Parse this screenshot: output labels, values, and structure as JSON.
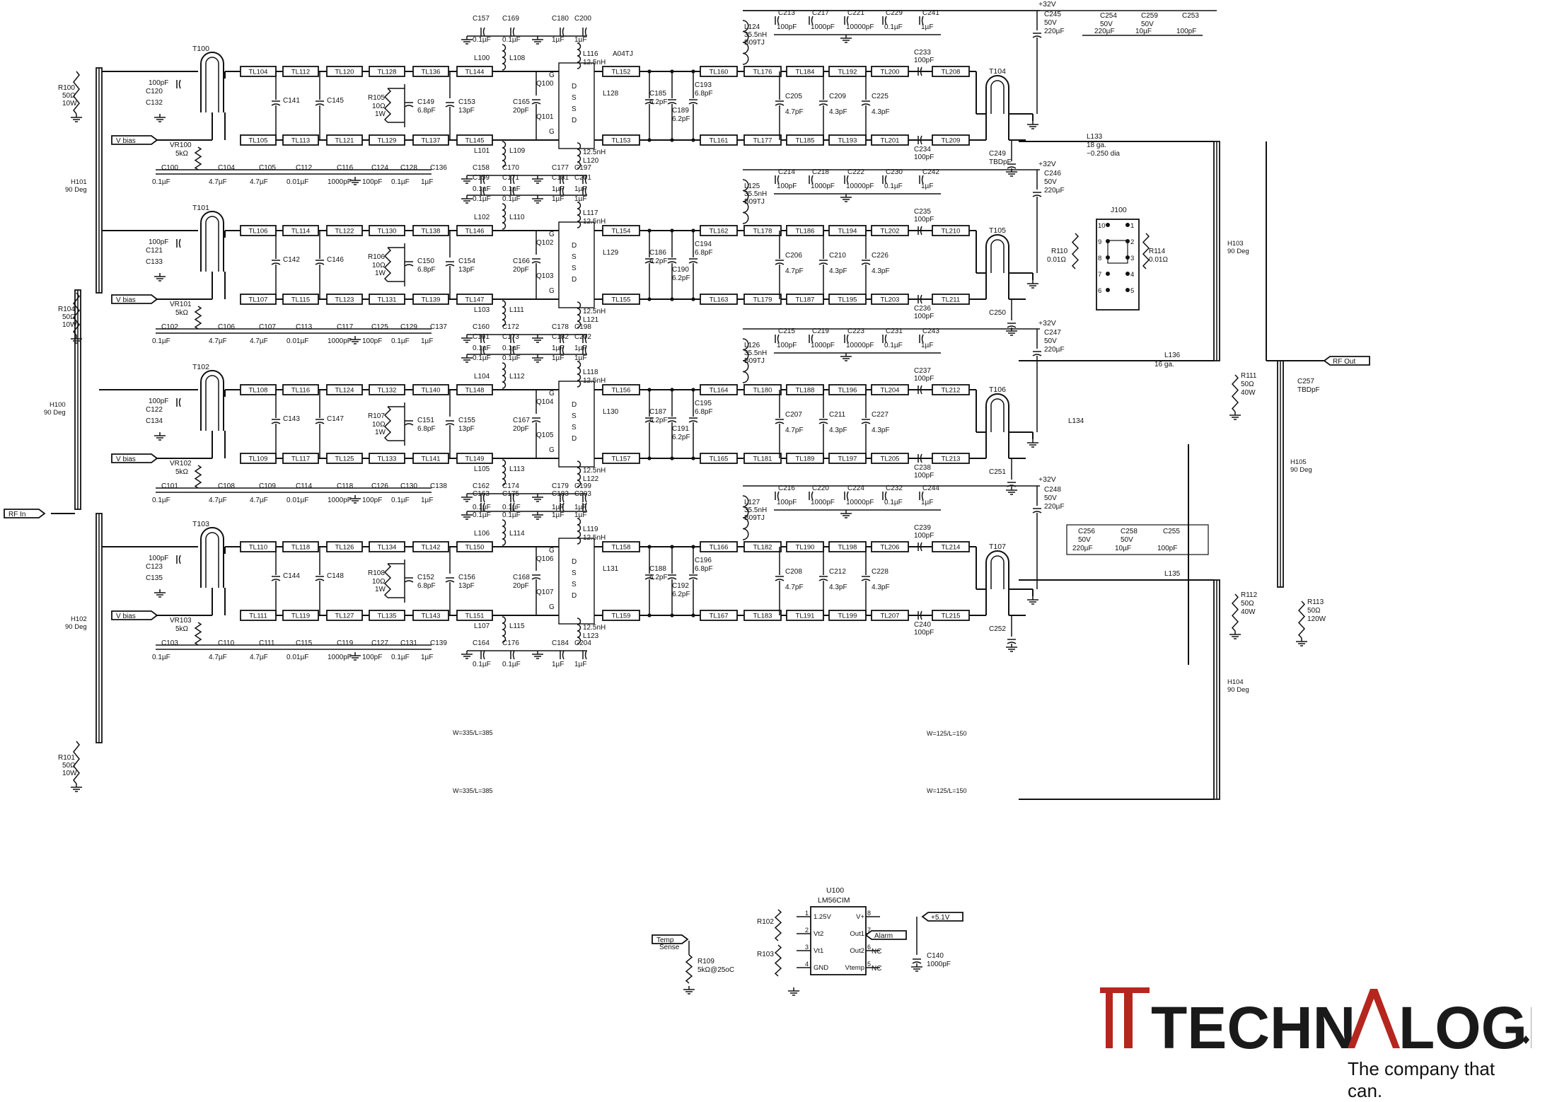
{
  "stages": [
    {
      "transformer": "T100",
      "bias_label": "V bias",
      "pot": "VR100",
      "pot_value": "5kΩ",
      "in_tl": [
        "TL104",
        "TL112",
        "TL120",
        "TL128",
        "TL136",
        "TL144"
      ],
      "in_tl_b": [
        "TL105",
        "TL113",
        "TL121",
        "TL129",
        "TL137",
        "TL145"
      ],
      "out_tl": [
        "TL152",
        "TL160",
        "TL176",
        "TL184",
        "TL192",
        "TL200",
        "TL208"
      ],
      "out_tl_b": [
        "TL153",
        "TL161",
        "TL177",
        "TL185",
        "TL193",
        "TL201",
        "TL209"
      ],
      "balun": "T104",
      "caps_top": [
        "C157",
        "C169",
        "C180",
        "C200"
      ],
      "caps_bot": [
        "C158",
        "C170",
        "C177",
        "C197"
      ],
      "top_vals": [
        "0.1µF",
        "0.1µF",
        "1µF",
        "1µF"
      ],
      "bias_caps": [
        "C100",
        "C104",
        "C105",
        "C112",
        "C116",
        "C124",
        "C128",
        "C136"
      ],
      "bias_vals": [
        "0.1µF",
        "4.7µF",
        "4.7µF",
        "0.01µF",
        "1000pF",
        "100pF",
        "0.1µF",
        "1µF"
      ],
      "inductors": [
        "L100",
        "L108",
        "L101",
        "L109",
        "L116",
        "L120"
      ],
      "fets": [
        "Q100",
        "Q101"
      ],
      "res": "R105",
      "res_val": "10Ω",
      "res_w": "1W",
      "cap_149": "C149",
      "cap_153": "C153",
      "cap_165": "C165",
      "val_149": "6.8pF",
      "val_153": "13pF",
      "val_165": "20pF",
      "out_line": "L128",
      "drain_caps": [
        "C213",
        "C217",
        "C221",
        "C229",
        "C241"
      ],
      "drain_vals": [
        "100pF",
        "1000pF",
        "10000pF",
        "0.1µF",
        "1µF"
      ],
      "choke": "L124",
      "choke_val": "35.5nH",
      "choke_part": "B09TJ",
      "out_caps": [
        "C185",
        "C189",
        "C193",
        "C205",
        "C209",
        "C225"
      ],
      "out_vals": [
        "6.2pF",
        "6.2pF",
        "6.8pF",
        "4.7pF",
        "4.3pF",
        "4.3pF"
      ],
      "blk_caps": [
        "C233",
        "C234"
      ],
      "blk_vals": [
        "100pF",
        "100pF"
      ],
      "big_cap": "C245",
      "big_cap_v": "50V",
      "big_cap_val": "220µF",
      "tbd_cap": "C249",
      "tbd_val": "TBDpF",
      "in_caps": [
        "C120",
        "C132"
      ],
      "in_val": "100pF",
      "mid_caps": [
        "C141",
        "C145"
      ]
    },
    {
      "transformer": "T101",
      "bias_label": "V bias",
      "pot": "VR101",
      "pot_value": "5kΩ",
      "in_tl": [
        "TL106",
        "TL114",
        "TL122",
        "TL130",
        "TL138",
        "TL146"
      ],
      "in_tl_b": [
        "TL107",
        "TL115",
        "TL123",
        "TL131",
        "TL139",
        "TL147"
      ],
      "out_tl": [
        "TL154",
        "TL162",
        "TL178",
        "TL186",
        "TL194",
        "TL202",
        "TL210"
      ],
      "out_tl_b": [
        "TL155",
        "TL163",
        "TL179",
        "TL187",
        "TL195",
        "TL203",
        "TL211"
      ],
      "balun": "T105",
      "caps_top": [
        "C159",
        "C171",
        "C181",
        "C201"
      ],
      "caps_bot": [
        "C160",
        "C172",
        "C178",
        "C198"
      ],
      "top_vals": [
        "0.1µF",
        "0.1µF",
        "1µF",
        "1µF"
      ],
      "bias_caps": [
        "C102",
        "C106",
        "C107",
        "C113",
        "C117",
        "C125",
        "C129",
        "C137"
      ],
      "bias_vals": [
        "0.1µF",
        "4.7µF",
        "4.7µF",
        "0.01µF",
        "1000pF",
        "100pF",
        "0.1µF",
        "1µF"
      ],
      "inductors": [
        "L102",
        "L110",
        "L103",
        "L111",
        "L117",
        "L121"
      ],
      "fets": [
        "Q102",
        "Q103"
      ],
      "res": "R106",
      "res_val": "10Ω",
      "res_w": "1W",
      "cap_149": "C150",
      "cap_153": "C154",
      "cap_165": "C166",
      "val_149": "6.8pF",
      "val_153": "13pF",
      "val_165": "20pF",
      "out_line": "L129",
      "drain_caps": [
        "C214",
        "C218",
        "C222",
        "C230",
        "C242"
      ],
      "drain_vals": [
        "100pF",
        "1000pF",
        "10000pF",
        "0.1µF",
        "1µF"
      ],
      "choke": "L125",
      "choke_val": "35.5nH",
      "choke_part": "B09TJ",
      "out_caps": [
        "C186",
        "C190",
        "C194",
        "C206",
        "C210",
        "C226"
      ],
      "out_vals": [
        "6.2pF",
        "6.2pF",
        "6.8pF",
        "4.7pF",
        "4.3pF",
        "4.3pF"
      ],
      "blk_caps": [
        "C235",
        "C236"
      ],
      "blk_vals": [
        "100pF",
        "100pF"
      ],
      "big_cap": "C246",
      "big_cap_v": "50V",
      "big_cap_val": "220µF",
      "tbd_cap": "C250",
      "tbd_val": "",
      "in_caps": [
        "C121",
        "C133"
      ],
      "in_val": "100pF",
      "mid_caps": [
        "C142",
        "C146"
      ]
    },
    {
      "transformer": "T102",
      "bias_label": "V bias",
      "pot": "VR102",
      "pot_value": "5kΩ",
      "in_tl": [
        "TL108",
        "TL116",
        "TL124",
        "TL132",
        "TL140",
        "TL148"
      ],
      "in_tl_b": [
        "TL109",
        "TL117",
        "TL125",
        "TL133",
        "TL141",
        "TL149"
      ],
      "out_tl": [
        "TL156",
        "TL164",
        "TL180",
        "TL188",
        "TL196",
        "TL204",
        "TL212"
      ],
      "out_tl_b": [
        "TL157",
        "TL165",
        "TL181",
        "TL189",
        "TL197",
        "TL205",
        "TL213"
      ],
      "balun": "T106",
      "caps_top": [
        "C161",
        "C173",
        "C182",
        "C202"
      ],
      "caps_bot": [
        "C162",
        "C174",
        "C179",
        "C199"
      ],
      "top_vals": [
        "0.1µF",
        "0.1µF",
        "1µF",
        "1µF"
      ],
      "bias_caps": [
        "C101",
        "C108",
        "C109",
        "C114",
        "C118",
        "C126",
        "C130",
        "C138"
      ],
      "bias_vals": [
        "0.1µF",
        "4.7µF",
        "4.7µF",
        "0.01µF",
        "1000pF",
        "100pF",
        "0.1µF",
        "1µF"
      ],
      "inductors": [
        "L104",
        "L112",
        "L105",
        "L113",
        "L118",
        "L122"
      ],
      "fets": [
        "Q104",
        "Q105"
      ],
      "res": "R107",
      "res_val": "10Ω",
      "res_w": "1W",
      "cap_149": "C151",
      "cap_153": "C155",
      "cap_165": "C167",
      "val_149": "6.8pF",
      "val_153": "13pF",
      "val_165": "20pF",
      "out_line": "L130",
      "drain_caps": [
        "C215",
        "C219",
        "C223",
        "C231",
        "C243"
      ],
      "drain_vals": [
        "100pF",
        "1000pF",
        "10000pF",
        "0.1µF",
        "1µF"
      ],
      "choke": "L126",
      "choke_val": "35.5nH",
      "choke_part": "B09TJ",
      "out_caps": [
        "C187",
        "C191",
        "C195",
        "C207",
        "C211",
        "C227"
      ],
      "out_vals": [
        "6.2pF",
        "6.2pF",
        "6.8pF",
        "4.7pF",
        "4.3pF",
        "4.3pF"
      ],
      "blk_caps": [
        "C237",
        "C238"
      ],
      "blk_vals": [
        "100pF",
        "100pF"
      ],
      "big_cap": "C247",
      "big_cap_v": "50V",
      "big_cap_val": "220µF",
      "tbd_cap": "C251",
      "tbd_val": "",
      "in_caps": [
        "C122",
        "C134"
      ],
      "in_val": "100pF",
      "mid_caps": [
        "C143",
        "C147"
      ]
    },
    {
      "transformer": "T103",
      "bias_label": "V bias",
      "pot": "VR103",
      "pot_value": "5kΩ",
      "in_tl": [
        "TL110",
        "TL118",
        "TL126",
        "TL134",
        "TL142",
        "TL150"
      ],
      "in_tl_b": [
        "TL111",
        "TL119",
        "TL127",
        "TL135",
        "TL143",
        "TL151"
      ],
      "out_tl": [
        "TL158",
        "TL166",
        "TL182",
        "TL190",
        "TL198",
        "TL206",
        "TL214"
      ],
      "out_tl_b": [
        "TL159",
        "TL167",
        "TL183",
        "TL191",
        "TL199",
        "TL207",
        "TL215"
      ],
      "balun": "T107",
      "caps_top": [
        "C163",
        "C175",
        "C183",
        "C203"
      ],
      "caps_bot": [
        "C164",
        "C176",
        "C184",
        "C204"
      ],
      "top_vals": [
        "0.1µF",
        "0.1µF",
        "1µF",
        "1µF"
      ],
      "bias_caps": [
        "C103",
        "C110",
        "C111",
        "C115",
        "C119",
        "C127",
        "C131",
        "C139"
      ],
      "bias_vals": [
        "0.1µF",
        "4.7µF",
        "4.7µF",
        "0.01µF",
        "1000pF",
        "100pF",
        "0.1µF",
        "1µF"
      ],
      "inductors": [
        "L106",
        "L114",
        "L107",
        "L115",
        "L119",
        "L123"
      ],
      "fets": [
        "Q106",
        "Q107"
      ],
      "res": "R108",
      "res_val": "10Ω",
      "res_w": "1W",
      "cap_149": "C152",
      "cap_153": "C156",
      "cap_165": "C168",
      "val_149": "6.8pF",
      "val_153": "13pF",
      "val_165": "20pF",
      "out_line": "L131",
      "drain_caps": [
        "C216",
        "C220",
        "C224",
        "C232",
        "C244"
      ],
      "drain_vals": [
        "100pF",
        "1000pF",
        "10000pF",
        "0.1µF",
        "1µF"
      ],
      "choke": "L127",
      "choke_val": "35.5nH",
      "choke_part": "B09TJ",
      "out_caps": [
        "C188",
        "C192",
        "C196",
        "C208",
        "C212",
        "C228"
      ],
      "out_vals": [
        "6.2pF",
        "6.2pF",
        "6.8pF",
        "4.7pF",
        "4.3pF",
        "4.3pF"
      ],
      "blk_caps": [
        "C239",
        "C240"
      ],
      "blk_vals": [
        "100pF",
        "100pF"
      ],
      "big_cap": "C248",
      "big_cap_v": "50V",
      "big_cap_val": "220µF",
      "tbd_cap": "C252",
      "tbd_val": "",
      "in_caps": [
        "C123",
        "C135"
      ],
      "in_val": "100pF",
      "mid_caps": [
        "C144",
        "C148"
      ]
    }
  ],
  "labels": {
    "rf_in": "RF In",
    "rf_out": "RF Out",
    "supply": "+32V",
    "fet_part": "A04TJ",
    "l_small": "12.5nH",
    "hybrid_in": [
      "H101",
      "H100",
      "H102"
    ],
    "hybrid_deg": "90 Deg",
    "hybrid_out": [
      "H103",
      "H104",
      "H105"
    ],
    "r_in": [
      {
        "ref": "R100",
        "v": "50Ω",
        "w": "10W"
      },
      {
        "ref": "R104",
        "v": "50Ω",
        "w": "10W"
      },
      {
        "ref": "R101",
        "v": "50Ω",
        "w": "10W"
      }
    ],
    "r_out": [
      {
        "ref": "R111",
        "v": "50Ω",
        "w": "40W"
      },
      {
        "ref": "R112",
        "v": "50Ω",
        "w": "40W"
      },
      {
        "ref": "R113",
        "v": "50Ω",
        "w": "120W"
      }
    ],
    "c257": "C257",
    "c257_v": "TBDpF",
    "l133": "L133",
    "l133_a": "18 ga.",
    "l133_b": "~0.250 dia",
    "l134": "L134",
    "l135": "L135",
    "l136": "L136",
    "l136_a": "16 ga.",
    "j100": "J100",
    "r110": "R110",
    "r110_v": "0.01Ω",
    "r114": "R114",
    "r114_v": "0.01Ω",
    "j_pins": [
      "10",
      "1",
      "9",
      "2",
      "8",
      "3",
      "7",
      "4",
      "6",
      "5"
    ],
    "wl1": "W=335/L=385",
    "wl2": "W=125/L=150",
    "top_caps": [
      {
        "ref": "C254",
        "a": "50V",
        "b": "220µF"
      },
      {
        "ref": "C259",
        "a": "50V",
        "b": "10µF"
      },
      {
        "ref": "C253",
        "a": "",
        "b": "100pF"
      }
    ],
    "mid_caps": [
      {
        "ref": "C256",
        "a": "50V",
        "b": "220µF"
      },
      {
        "ref": "C258",
        "a": "50V",
        "b": "10µF"
      },
      {
        "ref": "C255",
        "a": "",
        "b": "100pF"
      }
    ]
  },
  "sensor": {
    "ref": "U100",
    "part": "LM56CIM",
    "pins_left": [
      {
        "n": "1",
        "t": "1.25V"
      },
      {
        "n": "2",
        "t": "Vt2"
      },
      {
        "n": "3",
        "t": "Vt1"
      },
      {
        "n": "4",
        "t": "GND"
      }
    ],
    "pins_right": [
      {
        "n": "8",
        "t": "V+"
      },
      {
        "n": "7",
        "t": "Out1"
      },
      {
        "n": "6",
        "t": "Out2"
      },
      {
        "n": "5",
        "t": "Vtemp"
      }
    ],
    "r102": "R102",
    "r103": "R103",
    "supply": "+5.1V",
    "alarm": "Alarm",
    "nc": "NC",
    "c140": "C140",
    "c140_v": "1000pF",
    "temp": "Temp",
    "sense": "Sense",
    "r109": "R109",
    "r109_v": "5kΩ@25oC"
  },
  "brand": {
    "name_a": "TECHN",
    "name_b": "LOGIX",
    "tagline": "The company that can.",
    "accent": "#b5261e"
  }
}
